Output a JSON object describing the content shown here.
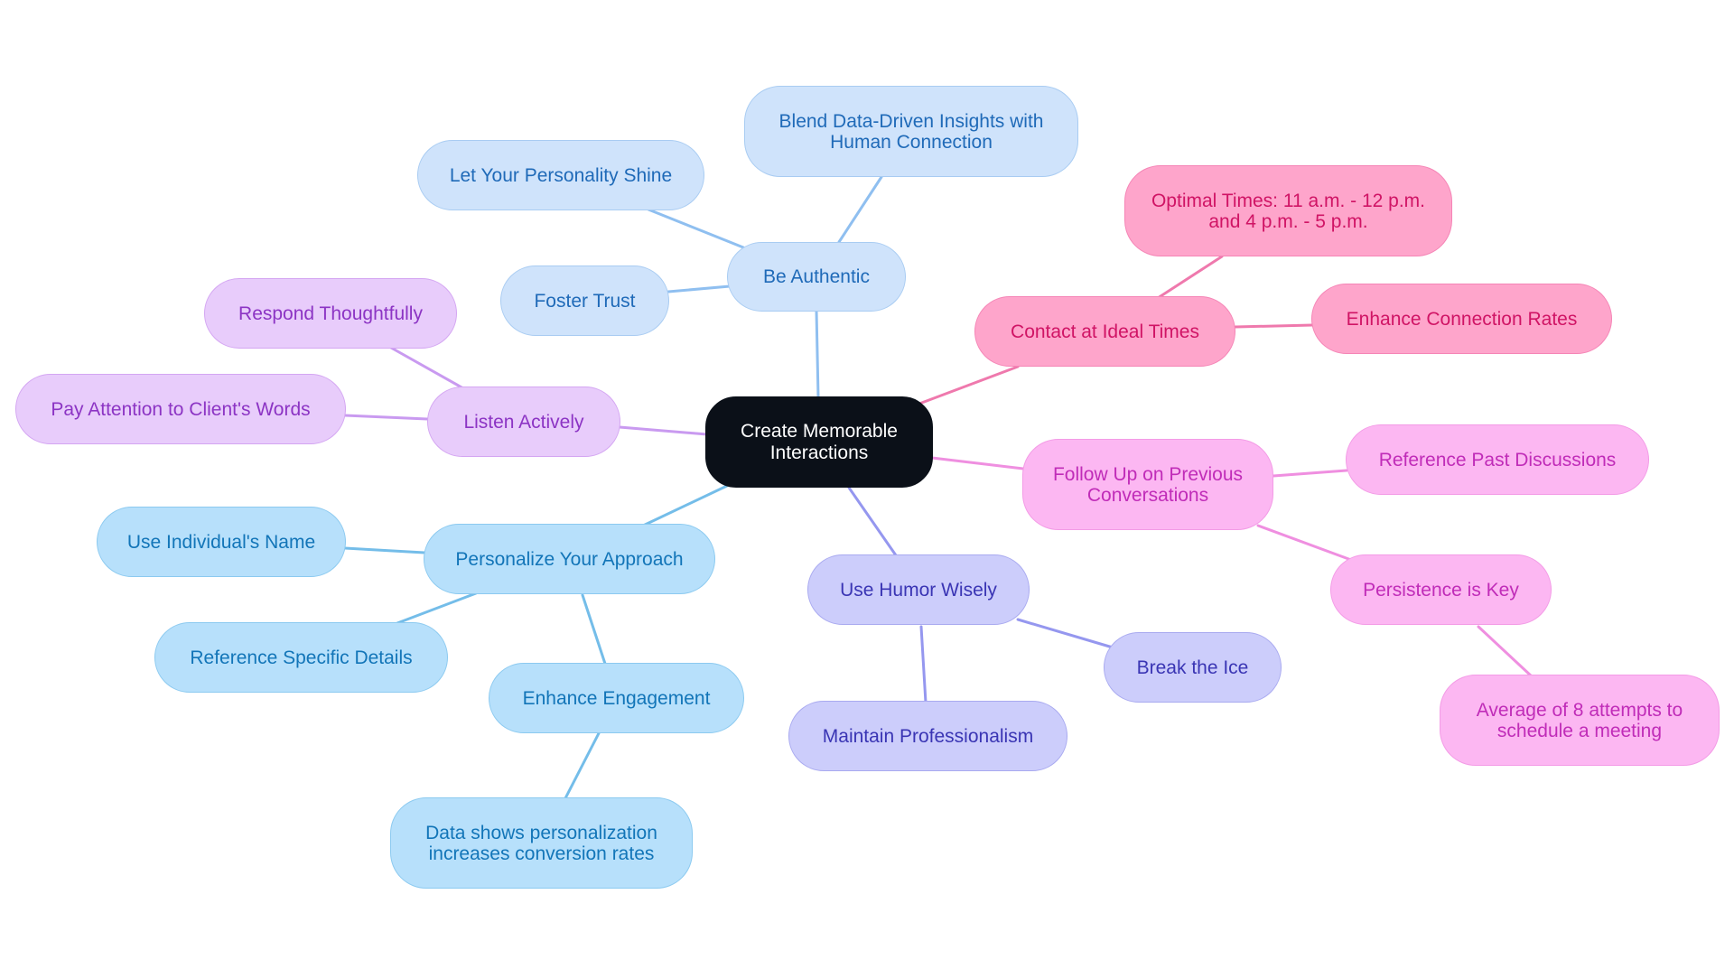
{
  "root": {
    "label": "Create Memorable\nInteractions"
  },
  "branches": {
    "be_authentic": {
      "label": "Be Authentic",
      "children": [
        "Blend Data-Driven Insights with\nHuman Connection",
        "Let Your Personality Shine",
        "Foster Trust"
      ]
    },
    "listen_actively": {
      "label": "Listen Actively",
      "children": [
        "Respond Thoughtfully",
        "Pay Attention to Client's Words"
      ]
    },
    "personalize": {
      "label": "Personalize Your Approach",
      "children": [
        "Use Individual's Name",
        "Reference Specific Details",
        "Enhance Engagement"
      ],
      "grandchild": "Data shows personalization\nincreases conversion rates"
    },
    "humor": {
      "label": "Use Humor Wisely",
      "children": [
        "Break the Ice",
        "Maintain Professionalism"
      ]
    },
    "contact": {
      "label": "Contact at Ideal Times",
      "children": [
        "Optimal Times: 11 a.m. - 12 p.m.\nand 4 p.m. - 5 p.m.",
        "Enhance Connection Rates"
      ]
    },
    "follow_up": {
      "label": "Follow Up on Previous\nConversations",
      "children": [
        "Reference Past Discussions",
        "Persistence is Key"
      ],
      "grandchild": "Average of 8 attempts to\nschedule a meeting"
    }
  },
  "colors": {
    "root": "#0b1018",
    "be_authentic": "#8fbff0",
    "personalize": "#74bde9",
    "listen_actively": "#c99af0",
    "humor": "#9597ef",
    "contact": "#ef79ad",
    "follow_up": "#ef8fe0"
  }
}
